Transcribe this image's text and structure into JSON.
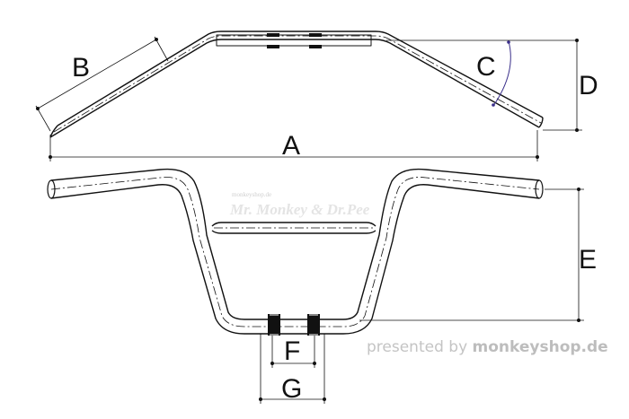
{
  "colors": {
    "line": "#111111",
    "arc": "#3a2f8a",
    "watermark": "#e4e4e4",
    "credit": "#c4c4c4"
  },
  "labels": {
    "a": "A",
    "b": "B",
    "c": "C",
    "d": "D",
    "e": "E",
    "f": "F",
    "g": "G"
  },
  "watermark": {
    "site_small": "monkeyshop.de",
    "brand": "Mr. Monkey & Dr.Pee"
  },
  "credit": {
    "prefix": "presented by ",
    "brand": "monkeyshop.de"
  }
}
